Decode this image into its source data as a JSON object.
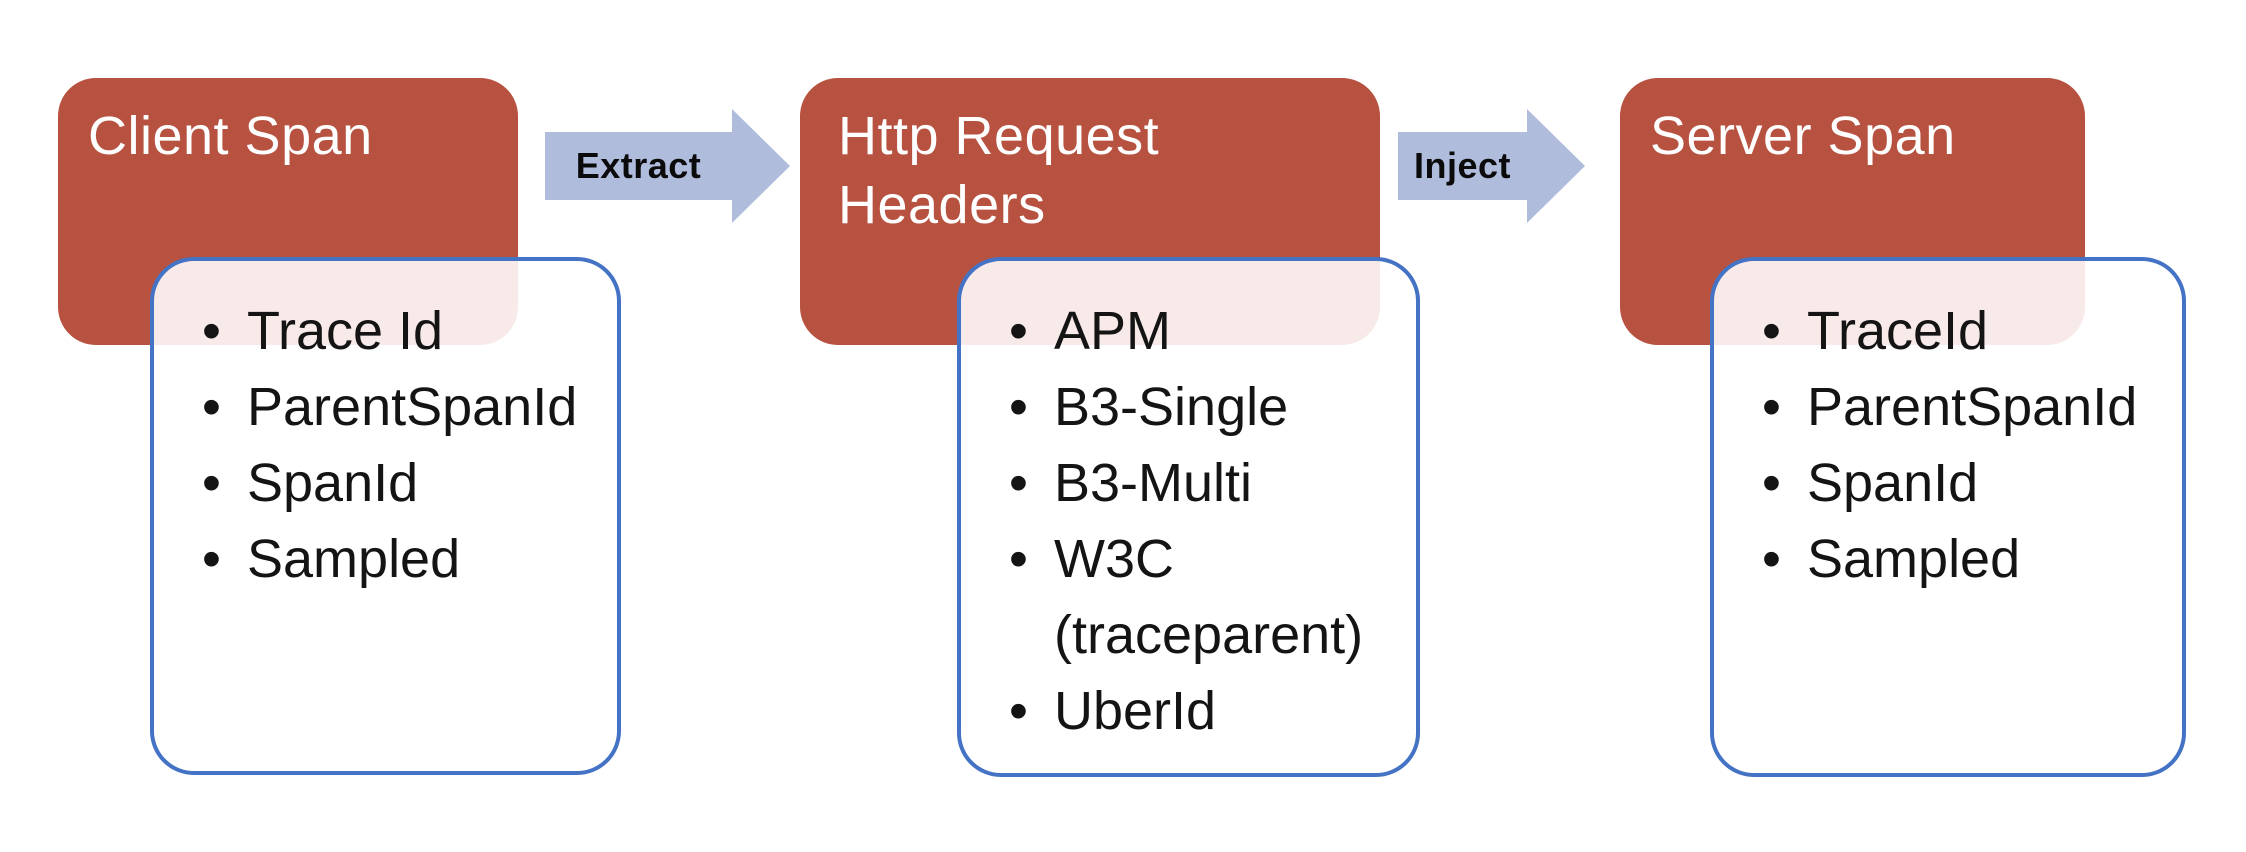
{
  "nodes": [
    {
      "title": "Client Span",
      "items": [
        "Trace Id",
        "ParentSpanId",
        "SpanId",
        "Sampled"
      ]
    },
    {
      "title": "Http Request Headers",
      "items": [
        "APM",
        "B3-Single",
        "B3-Multi",
        "W3C (traceparent)",
        "UberId"
      ]
    },
    {
      "title": "Server Span",
      "items": [
        "TraceId",
        "ParentSpanId",
        "SpanId",
        "Sampled"
      ]
    }
  ],
  "arrows": [
    {
      "label": "Extract"
    },
    {
      "label": "Inject"
    }
  ],
  "colors": {
    "node_fill": "#B85240",
    "card_border": "#4472C4",
    "arrow_fill": "#B0BCDC",
    "title_text": "#FFFFFF",
    "list_text": "#141414",
    "overlap_tint": "#F6EAE8"
  }
}
